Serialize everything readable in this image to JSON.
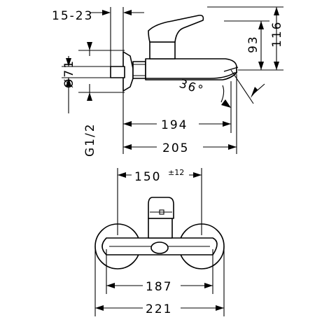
{
  "dimensions": {
    "wall_offset": "15-23",
    "diameter": "Ø71",
    "thread": "G1/2",
    "height_93": "93",
    "height_116": "116",
    "angle": "36°",
    "spout_reach_194": "194",
    "overall_205": "205",
    "centers_base": "150",
    "centers_tol": "±12",
    "rosette_span_187": "187",
    "overall_221": "221"
  }
}
